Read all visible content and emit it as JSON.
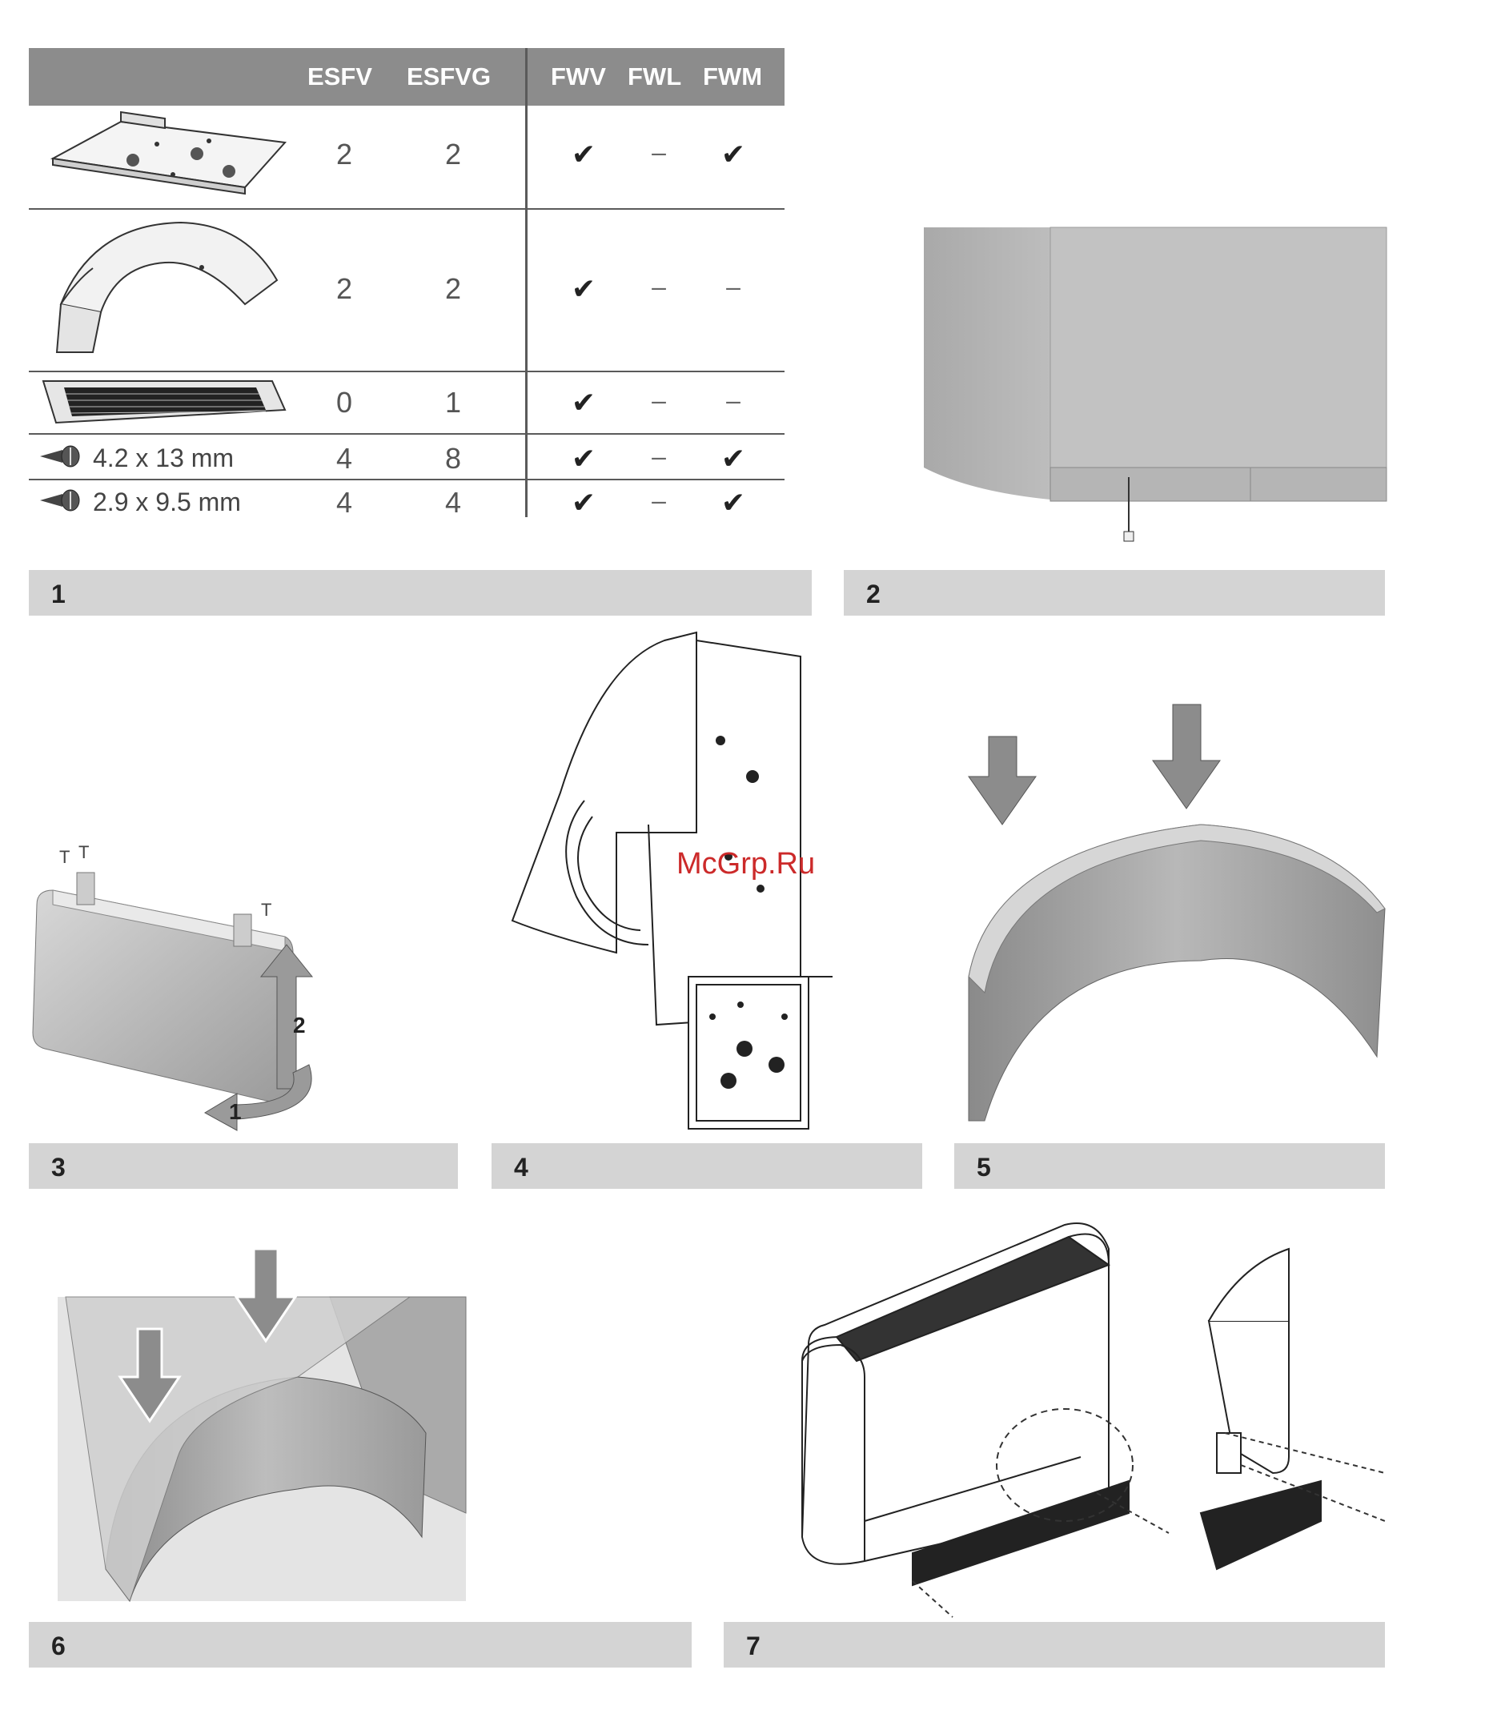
{
  "table": {
    "headers": [
      "ESFV",
      "ESFVG",
      "FWV",
      "FWL",
      "FWM"
    ],
    "rows": [
      {
        "part": "mounting-plate",
        "label": "",
        "esfv": "2",
        "esfvg": "2",
        "fwv": "✔",
        "fwl": "–",
        "fwm": "✔"
      },
      {
        "part": "curved-side-panel",
        "label": "",
        "esfv": "2",
        "esfvg": "2",
        "fwv": "✔",
        "fwl": "–",
        "fwm": "–"
      },
      {
        "part": "grille",
        "label": "",
        "esfv": "0",
        "esfvg": "1",
        "fwv": "✔",
        "fwl": "–",
        "fwm": "–"
      },
      {
        "part": "screw",
        "label": "4.2 x 13 mm",
        "esfv": "4",
        "esfvg": "8",
        "fwv": "✔",
        "fwl": "–",
        "fwm": "✔"
      },
      {
        "part": "screw",
        "label": "2.9 x 9.5 mm",
        "esfv": "4",
        "esfvg": "4",
        "fwv": "✔",
        "fwl": "–",
        "fwm": "✔"
      }
    ]
  },
  "figures": {
    "fig1": "1",
    "fig2": "2",
    "fig3": "3",
    "fig4": "4",
    "fig5": "5",
    "fig6": "6",
    "fig7": "7"
  },
  "fig3_steps": [
    "2",
    "1"
  ],
  "watermark": "McGrp.Ru"
}
